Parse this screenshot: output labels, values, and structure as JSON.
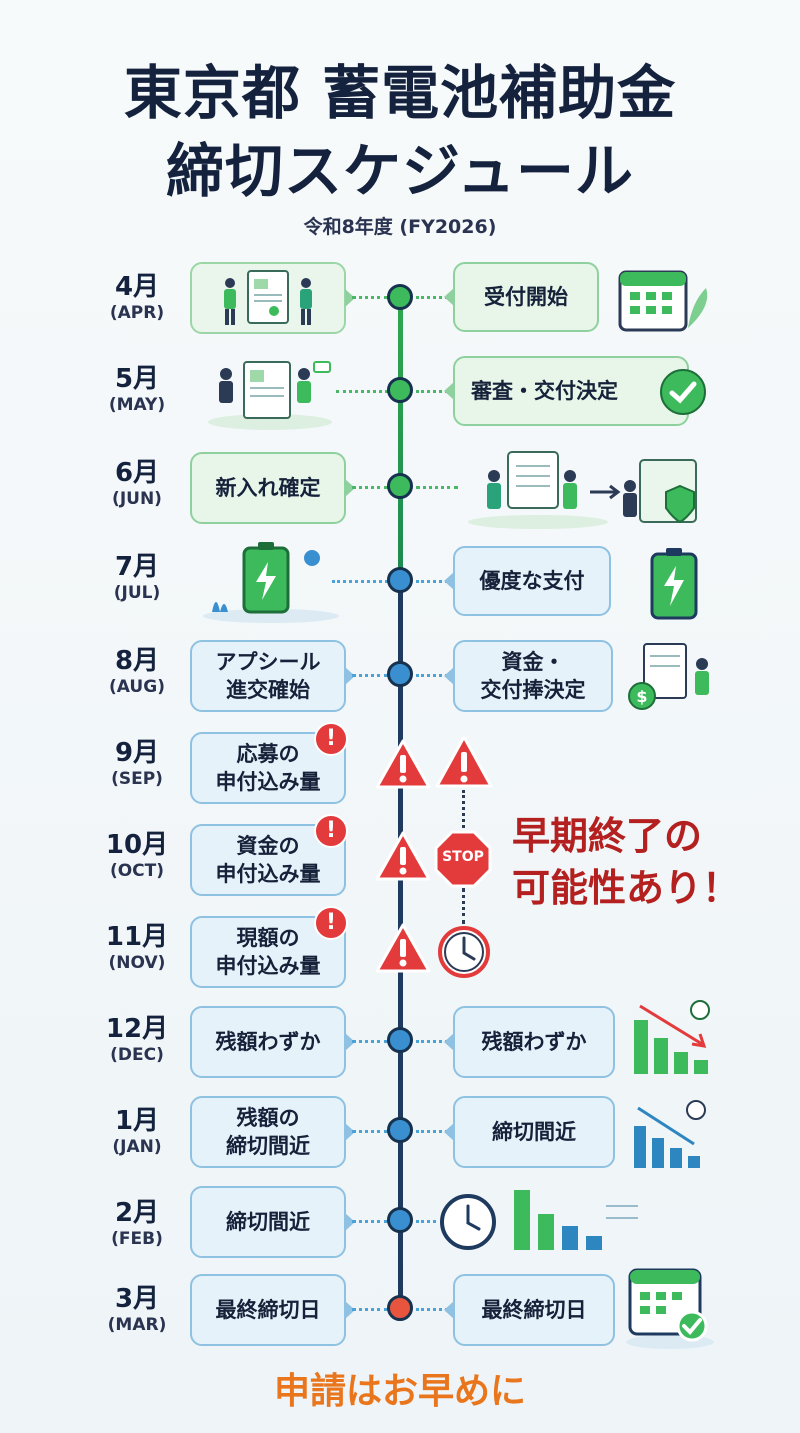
{
  "header": {
    "title_line1": "東京都 蓄電池補助金",
    "title_line2": "締切スケジュール",
    "subtitle": "令和8年度 (FY2026)"
  },
  "months": [
    {
      "m": "4月",
      "e": "(APR)"
    },
    {
      "m": "5月",
      "e": "(MAY)"
    },
    {
      "m": "6月",
      "e": "(JUN)"
    },
    {
      "m": "7月",
      "e": "(JUL)"
    },
    {
      "m": "8月",
      "e": "(AUG)"
    },
    {
      "m": "9月",
      "e": "(SEP)"
    },
    {
      "m": "10月",
      "e": "(OCT)"
    },
    {
      "m": "11月",
      "e": "(NOV)"
    },
    {
      "m": "12月",
      "e": "(DEC)"
    },
    {
      "m": "1月",
      "e": "(JAN)"
    },
    {
      "m": "2月",
      "e": "(FEB)"
    },
    {
      "m": "3月",
      "e": "(MAR)"
    }
  ],
  "left_labels": {
    "jun": "新入れ確定",
    "aug_line1": "アプシール",
    "aug_line2": "進交確始",
    "sep_line1": "応募の",
    "sep_line2": "申付込み量",
    "oct_line1": "資金の",
    "oct_line2": "申付込み量",
    "nov_line1": "現額の",
    "nov_line2": "申付込み量",
    "dec": "残額わずか",
    "jan_line1": "残額の",
    "jan_line2": "締切間近",
    "feb": "締切間近",
    "mar": "最終締切日"
  },
  "right_labels": {
    "apr": "受付開始",
    "may": "審査・交付決定",
    "jul": "優度な支付",
    "aug_line1": "資金・",
    "aug_line2": "交付捧決定",
    "dec": "残額わずか",
    "jan": "締切間近",
    "mar": "最終締切日"
  },
  "badges": {
    "alert": "!",
    "stop": "STOP"
  },
  "callout": {
    "line1": "早期終了の",
    "line2": "可能性あり！"
  },
  "footer": "申請はお早めに",
  "colors": {
    "green": "#3dbb5c",
    "blue": "#3a8fd0",
    "red": "#e33b3b",
    "orange": "#e9761c",
    "navy": "#14223e"
  }
}
